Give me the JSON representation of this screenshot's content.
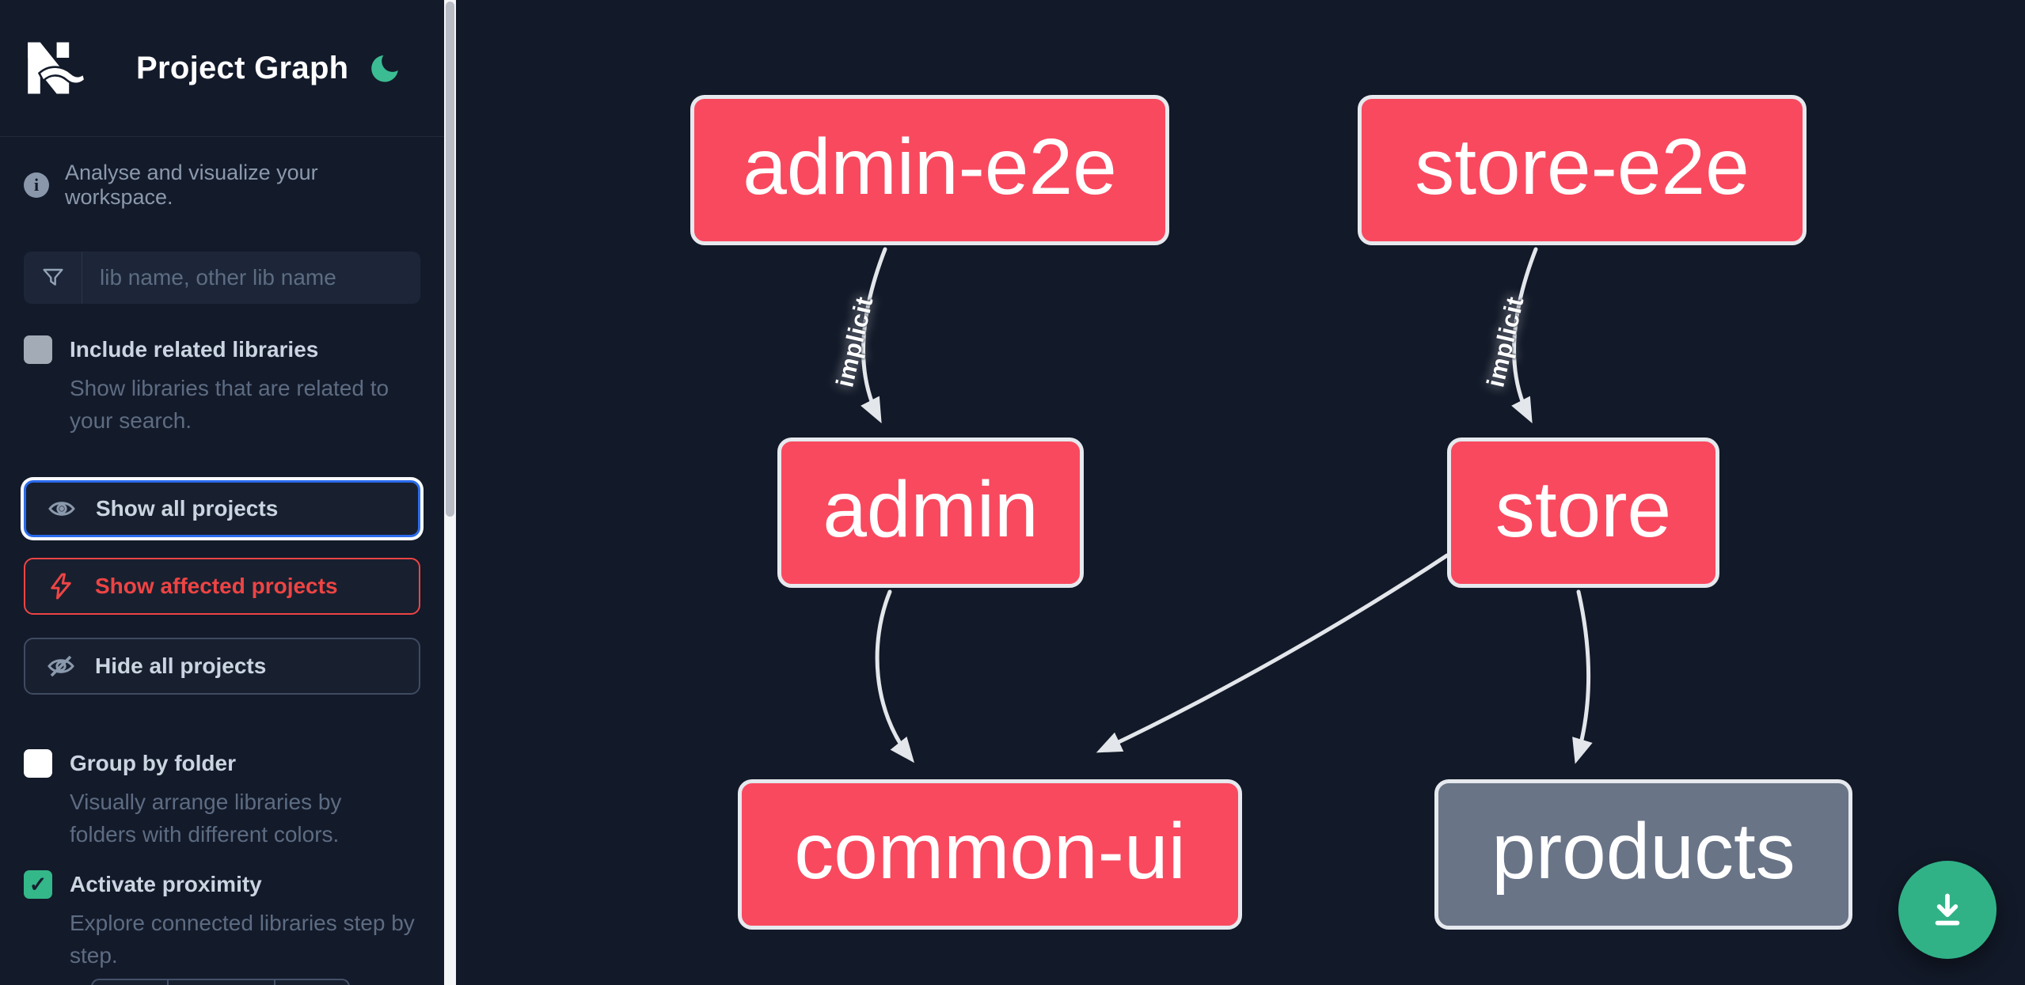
{
  "app": {
    "title": "Project Graph"
  },
  "colors": {
    "background": "#121928",
    "affected_node": "#f9495f",
    "neutral_node": "#697487",
    "node_border": "#e6e9ee",
    "edge": "#e3e6ea",
    "accent_green": "#34b789",
    "focus_blue": "#2a6bee",
    "danger_red": "#ee4444"
  },
  "icons": {
    "logo": "nx-logo",
    "theme": "moon-icon",
    "info": "i",
    "search": "filter-funnel-icon",
    "check": "✓",
    "download": "download-icon"
  },
  "sidebar": {
    "tagline": "Analyse and visualize your workspace.",
    "search": {
      "placeholder": "lib name, other lib name",
      "value": ""
    },
    "toggles": [
      {
        "label": "Include related libraries",
        "description": "Show libraries that are related to your search.",
        "checked": false
      },
      {
        "label": "Group by folder",
        "description": "Visually arrange libraries by folders with different colors.",
        "checked": false
      },
      {
        "label": "Activate proximity",
        "description": "Explore connected libraries step by step.",
        "checked": true
      }
    ],
    "actions": [
      {
        "label": "Show all projects",
        "icon": "eye-icon",
        "state": "focused"
      },
      {
        "label": "Show affected projects",
        "icon": "bolt-icon",
        "variant": "danger"
      },
      {
        "label": "Hide all projects",
        "icon": "eye-off-icon"
      }
    ]
  },
  "graph": {
    "nodes": [
      {
        "id": "admin-e2e",
        "label": "admin-e2e",
        "type": "affected"
      },
      {
        "id": "store-e2e",
        "label": "store-e2e",
        "type": "affected"
      },
      {
        "id": "admin",
        "label": "admin",
        "type": "affected"
      },
      {
        "id": "store",
        "label": "store",
        "type": "affected"
      },
      {
        "id": "common-ui",
        "label": "common-ui",
        "type": "affected"
      },
      {
        "id": "products",
        "label": "products",
        "type": "neutral"
      }
    ],
    "edges": [
      {
        "source": "admin-e2e",
        "target": "admin",
        "label": "implicit"
      },
      {
        "source": "store-e2e",
        "target": "store",
        "label": "implicit"
      },
      {
        "source": "admin",
        "target": "common-ui",
        "label": ""
      },
      {
        "source": "store",
        "target": "common-ui",
        "label": ""
      },
      {
        "source": "store",
        "target": "products",
        "label": ""
      }
    ]
  }
}
